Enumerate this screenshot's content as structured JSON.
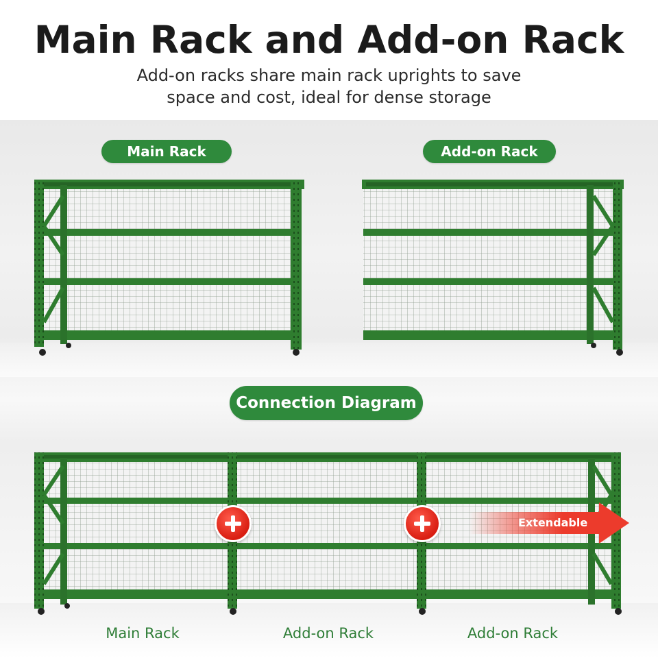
{
  "header": {
    "title": "Main Rack and Add-on Rack",
    "subtitle_line1": "Add-on racks share main rack uprights to save",
    "subtitle_line2": "space and cost, ideal for dense storage"
  },
  "labels": {
    "main_rack": "Main Rack",
    "add_on_rack": "Add-on Rack",
    "connection_diagram": "Connection Diagram"
  },
  "diagram": {
    "extendable": "Extendable",
    "captions": [
      "Main Rack",
      "Add-on Rack",
      "Add-on Rack"
    ]
  },
  "colors": {
    "rack_green": "#2f7d2f",
    "pill_green": "#2f8a3c",
    "plus_red": "#e0281b",
    "arrow_red": "#ec3b2c"
  },
  "icons": [
    "plus-icon",
    "plus-icon",
    "arrow-right-icon"
  ]
}
